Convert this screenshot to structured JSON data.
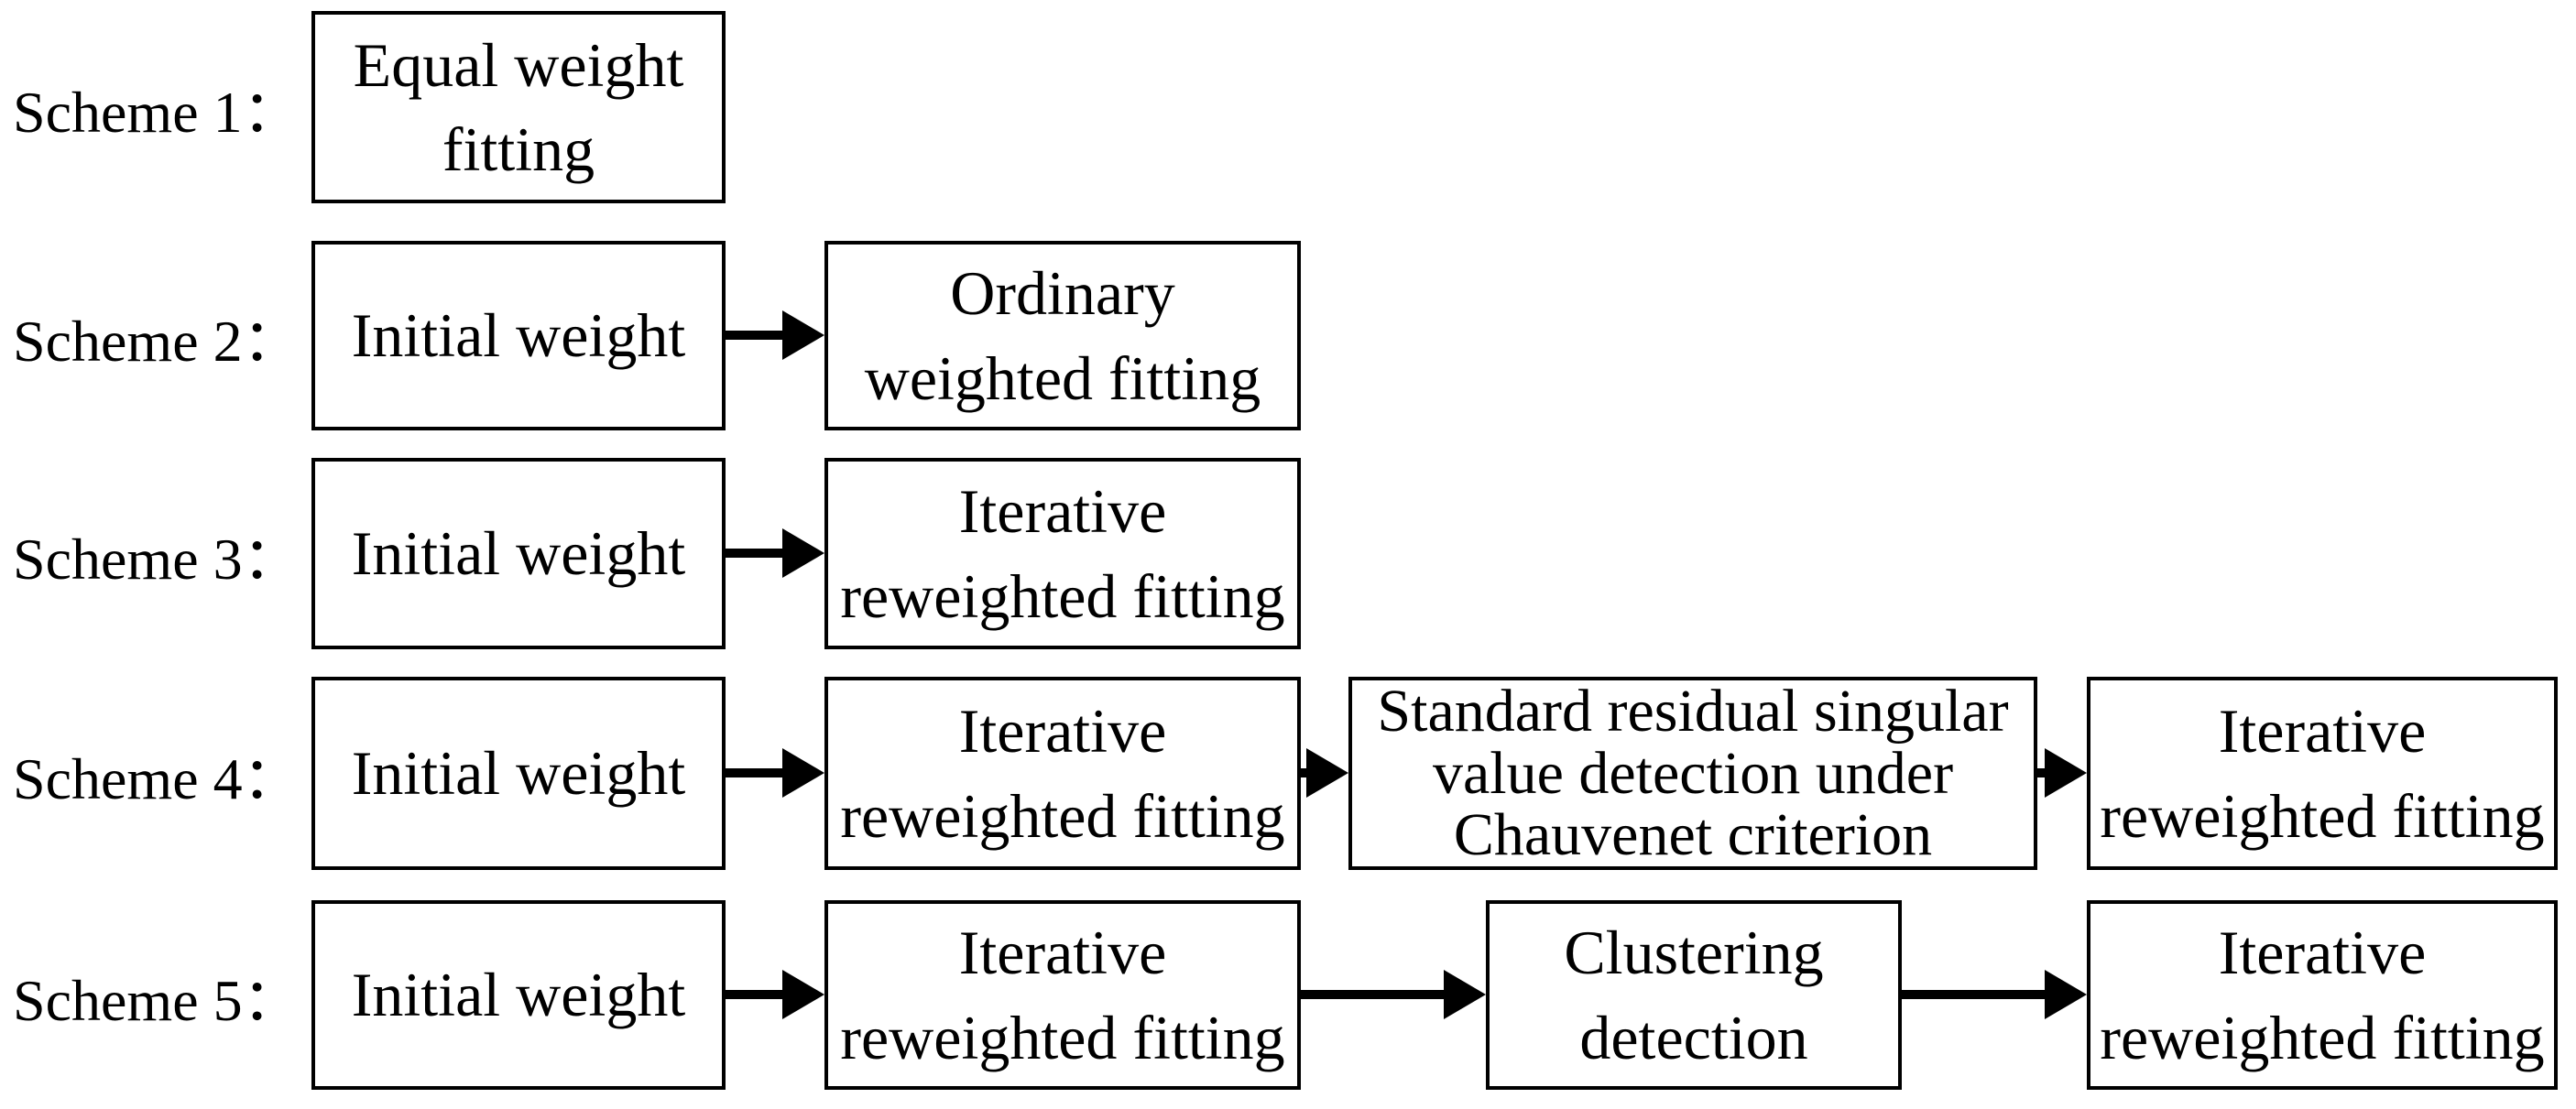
{
  "diagram": {
    "title": "Fitting scheme comparison flow diagram",
    "colors": {
      "background": "#ffffff",
      "line": "#000000",
      "text": "#000000"
    },
    "rows": [
      {
        "label": "Scheme 1：",
        "boxes": [
          {
            "text": "Equal weight fitting",
            "lines": [
              "Equal weight",
              "fitting"
            ]
          }
        ]
      },
      {
        "label": "Scheme 2：",
        "boxes": [
          {
            "text": "Initial weight",
            "lines": [
              "Initial weight"
            ]
          },
          {
            "text": "Ordinary weighted fitting",
            "lines": [
              "Ordinary",
              "weighted fitting"
            ]
          }
        ]
      },
      {
        "label": "Scheme 3：",
        "boxes": [
          {
            "text": "Initial weight",
            "lines": [
              "Initial weight"
            ]
          },
          {
            "text": "Iterative reweighted fitting",
            "lines": [
              "Iterative",
              "reweighted fitting"
            ]
          }
        ]
      },
      {
        "label": "Scheme 4：",
        "boxes": [
          {
            "text": "Initial weight",
            "lines": [
              "Initial weight"
            ]
          },
          {
            "text": "Iterative reweighted fitting",
            "lines": [
              "Iterative",
              "reweighted fitting"
            ]
          },
          {
            "text": "Standard residual singular value detection under Chauvenet criterion",
            "lines": [
              "Standard residual singular",
              "value detection under",
              "Chauvenet criterion"
            ]
          },
          {
            "text": "Iterative reweighted fitting",
            "lines": [
              "Iterative",
              "reweighted fitting"
            ]
          }
        ]
      },
      {
        "label": "Scheme 5：",
        "boxes": [
          {
            "text": "Initial weight",
            "lines": [
              "Initial weight"
            ]
          },
          {
            "text": "Iterative reweighted fitting",
            "lines": [
              "Iterative",
              "reweighted fitting"
            ]
          },
          {
            "text": "Clustering detection",
            "lines": [
              "Clustering",
              "detection"
            ]
          },
          {
            "text": "Iterative reweighted fitting",
            "lines": [
              "Iterative",
              "reweighted fitting"
            ]
          }
        ]
      }
    ]
  }
}
